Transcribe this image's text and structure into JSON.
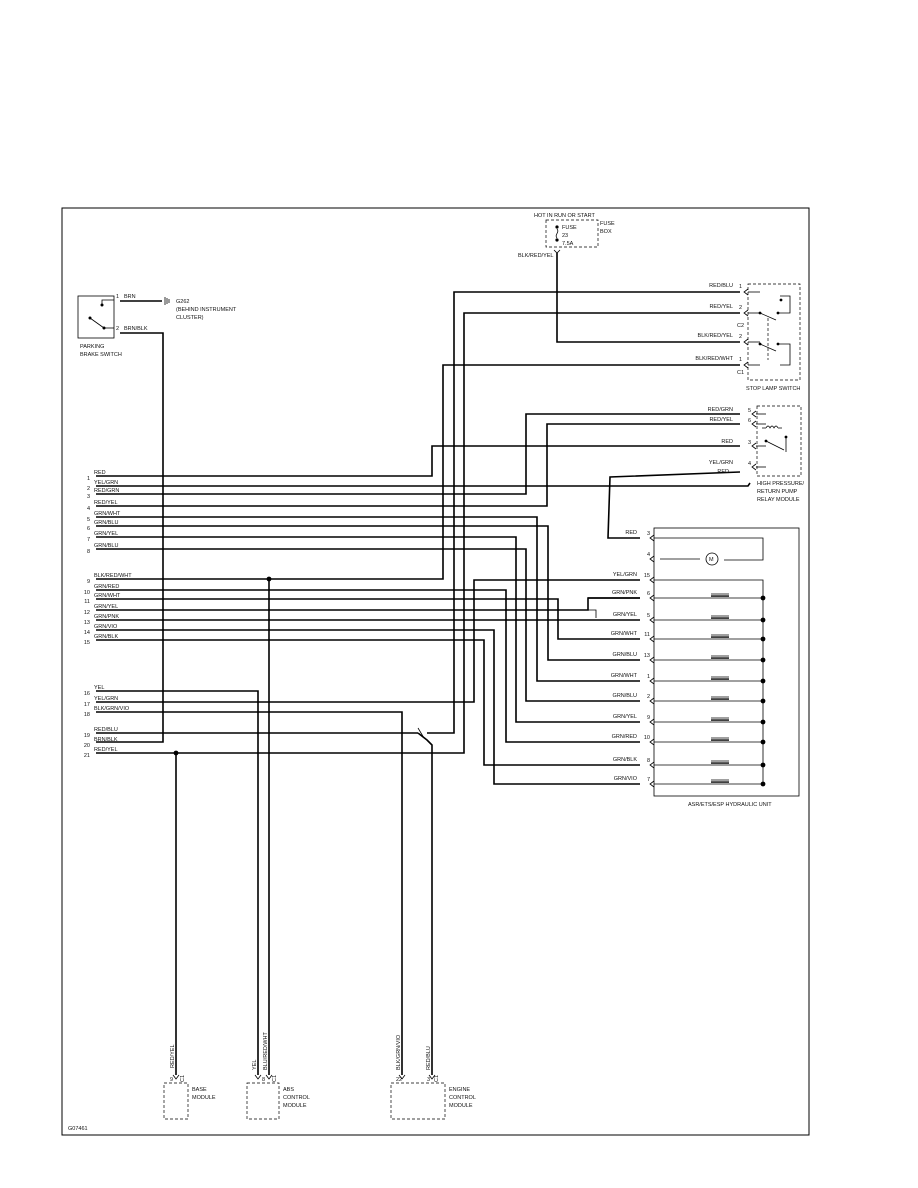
{
  "diagram_id": "G07461",
  "fuse": {
    "header": "HOT IN RUN OR START",
    "label1": "FUSE",
    "label2": "FUSE",
    "label3": "BOX",
    "num": "23",
    "amp": "7.5A",
    "wire": "BLK/RED/YEL"
  },
  "parking_brake": {
    "title1": "PARKING",
    "title2": "BRAKE SWITCH",
    "pin1": "1",
    "pin2": "2",
    "wire1": "BRN",
    "wire2": "BRN/BLK",
    "ground": "G262",
    "ground_note1": "(BEHIND INSTRUMENT",
    "ground_note2": "CLUSTER)"
  },
  "stop_lamp": {
    "title": "STOP LAMP SWITCH",
    "c2": "C2",
    "c1": "C1",
    "pins": [
      {
        "wire": "RED/BLU",
        "pin": "1"
      },
      {
        "wire": "RED/YEL",
        "pin": "2"
      },
      {
        "wire": "BLK/RED/YEL",
        "pin": "2"
      },
      {
        "wire": "BLK/RED/WHT",
        "pin": "1"
      }
    ]
  },
  "relay": {
    "title1": "HIGH PRESSURE/",
    "title2": "RETURN PUMP",
    "title3": "RELAY MODULE",
    "pins": [
      {
        "wire": "RED/GRN",
        "pin": "5"
      },
      {
        "wire": "RED/YEL",
        "pin": "6"
      },
      {
        "wire": "RED",
        "pin": "3"
      },
      {
        "wire": "YEL/GRN",
        "pin": "4"
      },
      {
        "wire": "RED",
        "pin": ""
      }
    ]
  },
  "main_module": {
    "pins": [
      {
        "num": "1",
        "wire": "RED"
      },
      {
        "num": "2",
        "wire": "YEL/GRN"
      },
      {
        "num": "3",
        "wire": "RED/GRN"
      },
      {
        "num": "4",
        "wire": "RED/YEL"
      },
      {
        "num": "5",
        "wire": "GRN/WHT"
      },
      {
        "num": "6",
        "wire": "GRN/BLU"
      },
      {
        "num": "7",
        "wire": "GRN/YEL"
      },
      {
        "num": "8",
        "wire": "GRN/BLU"
      },
      {
        "num": "9",
        "wire": "BLK/RED/WHT"
      },
      {
        "num": "10",
        "wire": "GRN/RED"
      },
      {
        "num": "11",
        "wire": "GRN/WHT"
      },
      {
        "num": "12",
        "wire": "GRN/YEL"
      },
      {
        "num": "13",
        "wire": "GRN/PNK"
      },
      {
        "num": "14",
        "wire": "GRN/VIO"
      },
      {
        "num": "15",
        "wire": "GRN/BLK"
      },
      {
        "num": "16",
        "wire": "YEL"
      },
      {
        "num": "17",
        "wire": "YEL/GRN"
      },
      {
        "num": "18",
        "wire": "BLK/GRN/VIO"
      },
      {
        "num": "19",
        "wire": "RED/BLU"
      },
      {
        "num": "20",
        "wire": "BRN/BLK"
      },
      {
        "num": "21",
        "wire": "RED/YEL"
      }
    ]
  },
  "hydraulic": {
    "title": "ASR/ETS/ESP HYDRAULIC UNIT",
    "pins": [
      {
        "wire": "RED",
        "pin": "3"
      },
      {
        "wire": "",
        "pin": "4"
      },
      {
        "wire": "YEL/GRN",
        "pin": "15"
      },
      {
        "wire": "GRN/PNK",
        "pin": "6"
      },
      {
        "wire": "GRN/YEL",
        "pin": "5"
      },
      {
        "wire": "GRN/WHT",
        "pin": "11"
      },
      {
        "wire": "GRN/BLU",
        "pin": "13"
      },
      {
        "wire": "GRN/WHT",
        "pin": "1"
      },
      {
        "wire": "GRN/BLU",
        "pin": "2"
      },
      {
        "wire": "GRN/YEL",
        "pin": "9"
      },
      {
        "wire": "GRN/RED",
        "pin": "10"
      },
      {
        "wire": "GRN/BLK",
        "pin": "8"
      },
      {
        "wire": "GRN/VIO",
        "pin": "7"
      }
    ],
    "motor": "M"
  },
  "bottom_modules": {
    "base": {
      "wire": "RED/YEL",
      "pin": "9",
      "conn": "C1",
      "title1": "BASE",
      "title2": "MODULE"
    },
    "abs": {
      "wire1": "YEL",
      "wire2": "BLU/RED/WHT",
      "pin": "8",
      "conn": "C1",
      "title1": "ABS",
      "title2": "CONTROL",
      "title3": "MODULE"
    },
    "ecm": {
      "wire1": "BLK/GRN/VIO",
      "wire2": "RED/BLU",
      "pin1": "22",
      "pin2": "3",
      "conn": "C1",
      "title1": "ENGINE",
      "title2": "CONTROL",
      "title3": "MODULE"
    }
  }
}
